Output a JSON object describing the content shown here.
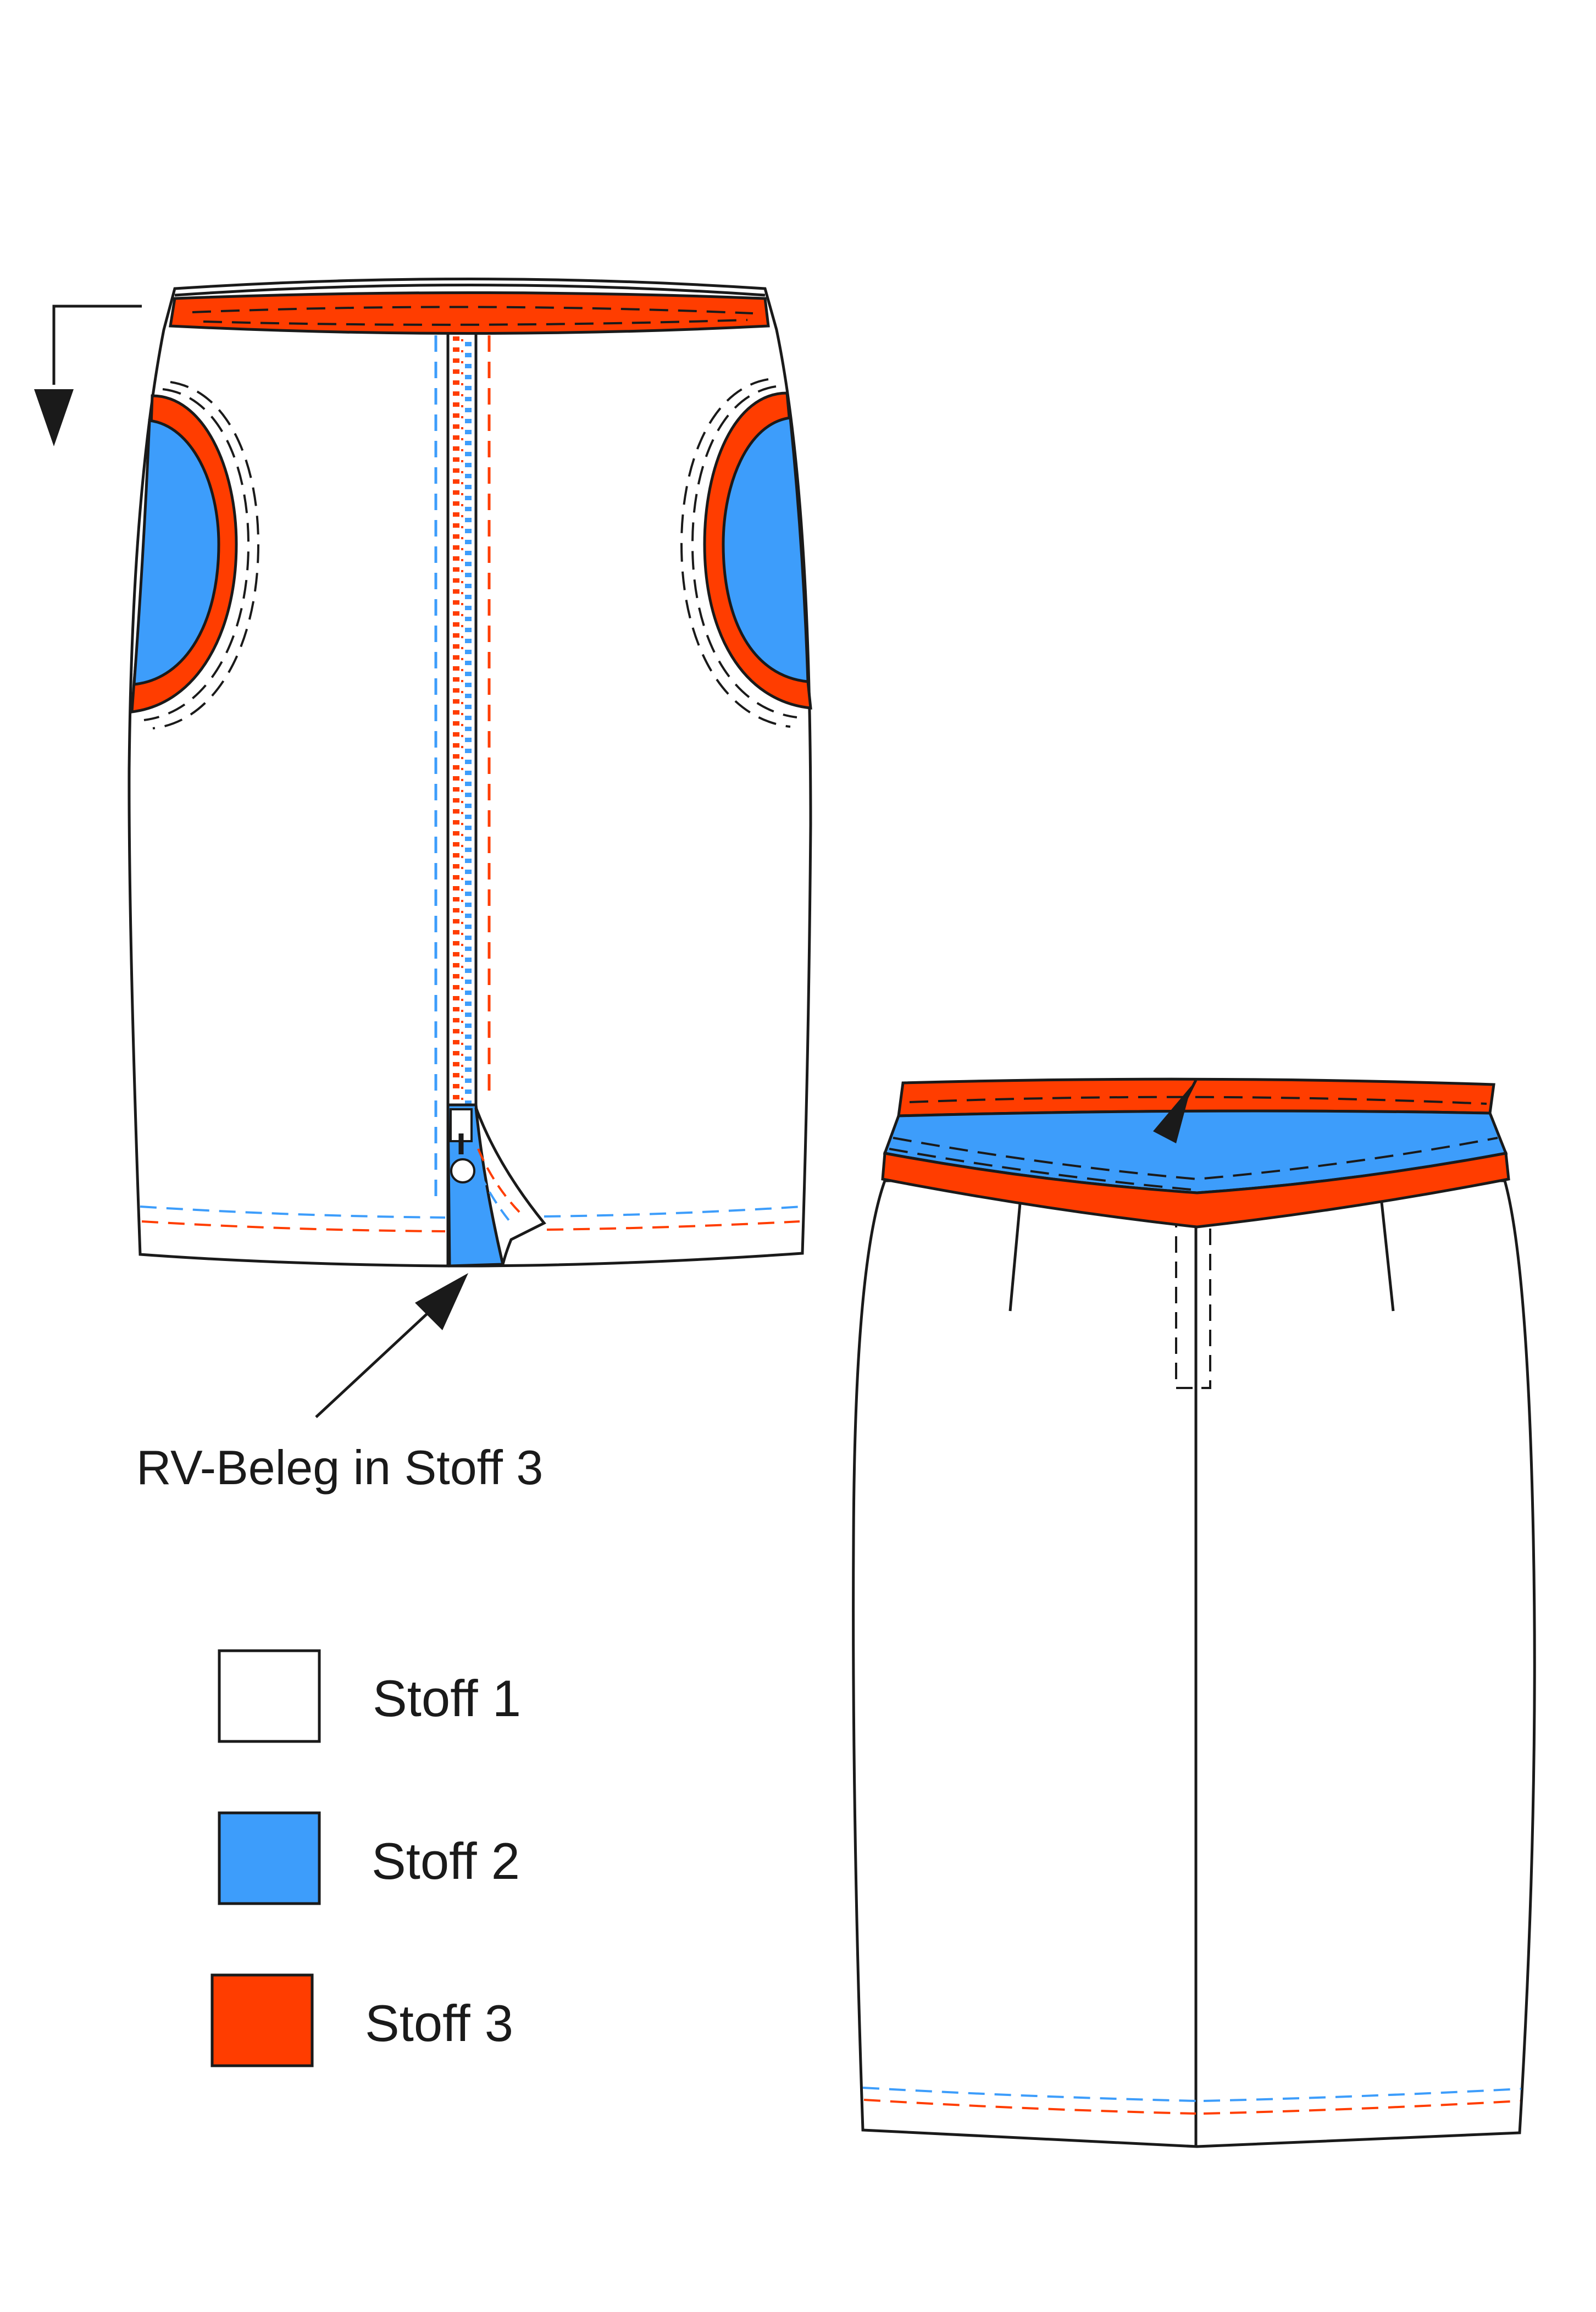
{
  "callout": {
    "label": "RV-Beleg in Stoff 3"
  },
  "legend": {
    "items": [
      {
        "label": "Stoff 1",
        "color": "#ffffff"
      },
      {
        "label": "Stoff 2",
        "color": "#3d9dfb"
      },
      {
        "label": "Stoff 3",
        "color": "#ff3d00"
      }
    ]
  },
  "colors": {
    "outline": "#1a1a1a",
    "fabric_1": "#ffffff",
    "fabric_2": "#3d9dfb",
    "fabric_3": "#ff3d00"
  }
}
